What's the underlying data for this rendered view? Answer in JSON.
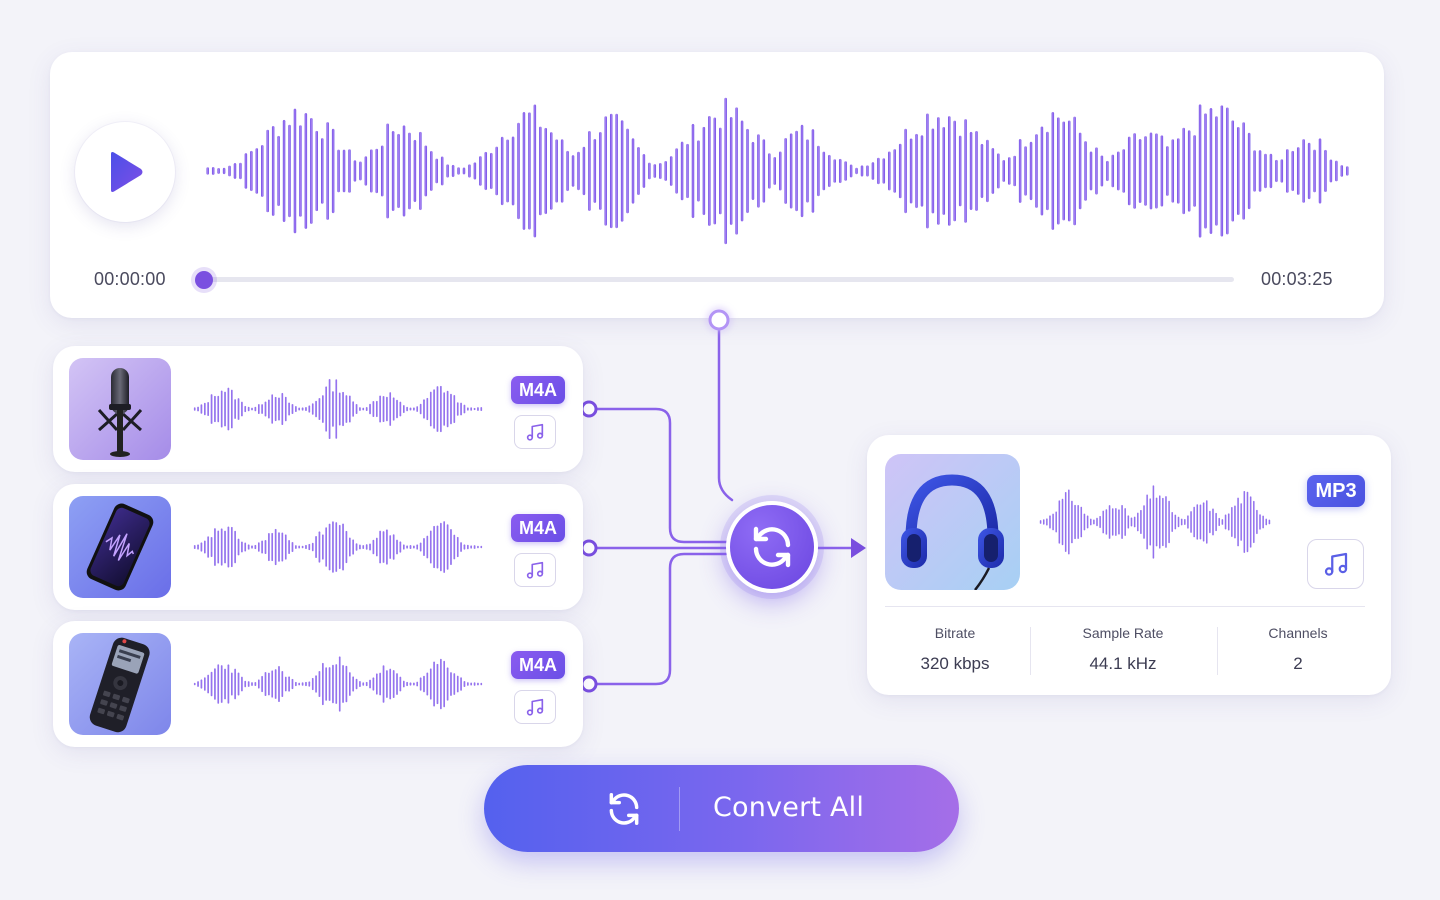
{
  "player": {
    "time_current": "00:00:00",
    "time_total": "00:03:25",
    "progress": 0,
    "play_icon": "play-icon"
  },
  "sources": [
    {
      "format": "M4A",
      "image": "microphone",
      "icon": "music-note-icon"
    },
    {
      "format": "M4A",
      "image": "smartphone",
      "icon": "music-note-icon"
    },
    {
      "format": "M4A",
      "image": "voice-recorder",
      "icon": "music-note-icon"
    }
  ],
  "hub": {
    "icon": "refresh-icon"
  },
  "output": {
    "format": "MP3",
    "image": "headphones",
    "icon": "music-note-icon",
    "specs": {
      "bitrate_label": "Bitrate",
      "bitrate_value": "320 kbps",
      "samplerate_label": "Sample Rate",
      "samplerate_value": "44.1 kHz",
      "channels_label": "Channels",
      "channels_value": "2"
    }
  },
  "actions": {
    "convert_all_label": "Convert All"
  },
  "colors": {
    "accent": "#7a4fe0",
    "wave_start": "#5b3fe2",
    "wave_end": "#b58af5",
    "button_start": "#5461ee",
    "button_end": "#a56ee8",
    "background": "#f3f3f9"
  }
}
